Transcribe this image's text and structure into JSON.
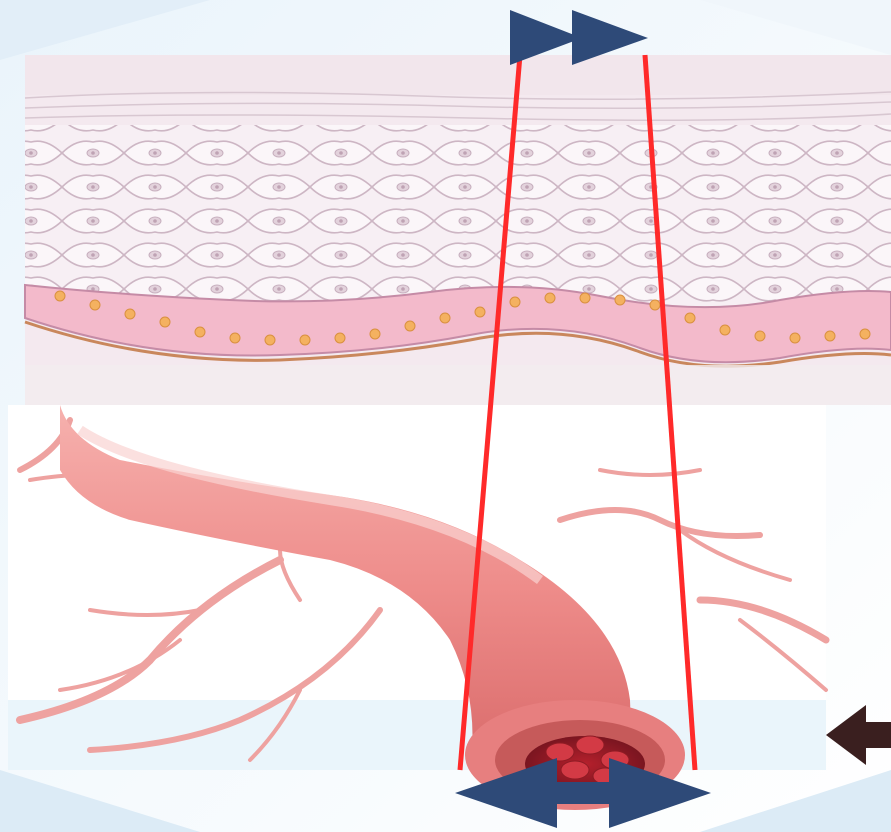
{
  "diagram": {
    "panels": [
      {
        "name": "skin-epidermis-layers",
        "icon": "skin-cross-section-illustration"
      },
      {
        "name": "blood-vessel",
        "icon": "artery-with-red-blood-cells-illustration"
      }
    ],
    "markers": [
      {
        "name": "top-double-arrow",
        "direction": "right",
        "color": "#2E4A78"
      },
      {
        "name": "bottom-double-headed-arrow",
        "direction": "left-right",
        "color": "#2E4A78"
      },
      {
        "name": "right-side-arrow",
        "direction": "left",
        "color": "#3A1F1F"
      }
    ],
    "guide_lines": {
      "color": "#FF2A2A",
      "count": 2
    },
    "colors": {
      "skin_background": "#F4E8EE",
      "cell_outline": "#CBB3C2",
      "basal_cells": "#F3B7C8",
      "cell_nucleus": "#F0A64A",
      "vessel": "#F08A8A",
      "vessel_dark": "#D85858",
      "frame_blue": "#D7E9F5"
    }
  }
}
